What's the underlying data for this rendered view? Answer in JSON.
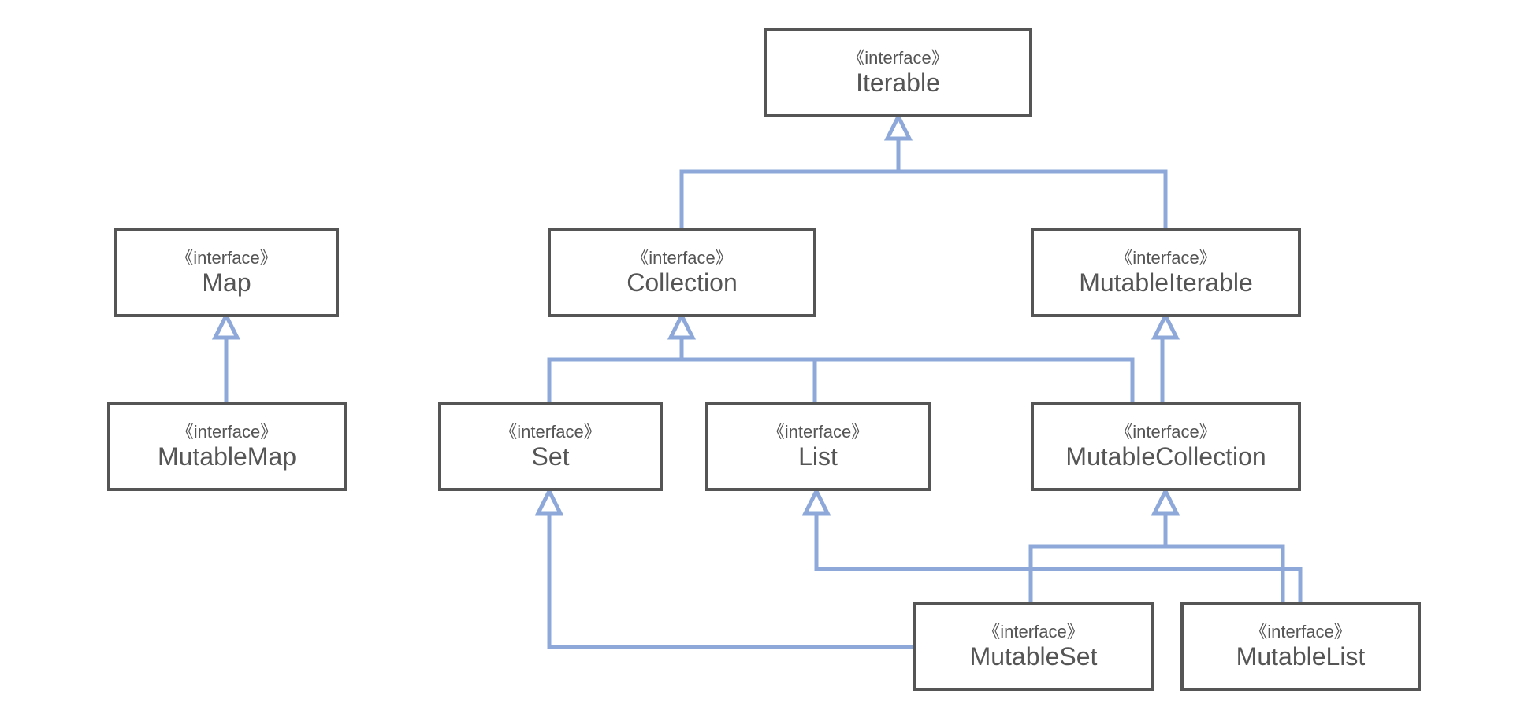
{
  "diagram": {
    "stereotype": "《interface》",
    "edge_color": "#8EA8DA",
    "box_border_color": "#555555",
    "nodes": {
      "iterable": {
        "name": "Iterable"
      },
      "collection": {
        "name": "Collection"
      },
      "mutable_iterable": {
        "name": "MutableIterable"
      },
      "map": {
        "name": "Map"
      },
      "mutable_map": {
        "name": "MutableMap"
      },
      "set": {
        "name": "Set"
      },
      "list": {
        "name": "List"
      },
      "mutable_collection": {
        "name": "MutableCollection"
      },
      "mutable_set": {
        "name": "MutableSet"
      },
      "mutable_list": {
        "name": "MutableList"
      }
    },
    "edges": [
      {
        "from": "Collection",
        "to": "Iterable"
      },
      {
        "from": "MutableIterable",
        "to": "Iterable"
      },
      {
        "from": "MutableMap",
        "to": "Map"
      },
      {
        "from": "Set",
        "to": "Collection"
      },
      {
        "from": "List",
        "to": "Collection"
      },
      {
        "from": "MutableCollection",
        "to": "Collection"
      },
      {
        "from": "MutableCollection",
        "to": "MutableIterable"
      },
      {
        "from": "MutableSet",
        "to": "MutableCollection"
      },
      {
        "from": "MutableList",
        "to": "MutableCollection"
      },
      {
        "from": "MutableSet",
        "to": "Set"
      },
      {
        "from": "MutableList",
        "to": "List"
      }
    ]
  }
}
